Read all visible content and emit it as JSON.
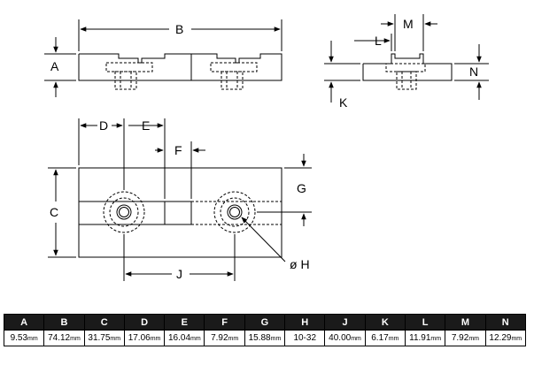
{
  "labels": {
    "A": "A",
    "B": "B",
    "C": "C",
    "D": "D",
    "E": "E",
    "F": "F",
    "G": "G",
    "H": "ø H",
    "J": "J",
    "K": "K",
    "L": "L",
    "M": "M",
    "N": "N"
  },
  "table": {
    "headers": [
      "A",
      "B",
      "C",
      "D",
      "E",
      "F",
      "G",
      "H",
      "J",
      "K",
      "L",
      "M",
      "N"
    ],
    "values": [
      "9.53",
      "74.12",
      "31.75",
      "17.06",
      "16.04",
      "7.92",
      "15.88",
      "10-32",
      "40.00",
      "6.17",
      "11.91",
      "7.92",
      "12.29"
    ],
    "units": [
      "mm",
      "mm",
      "mm",
      "mm",
      "mm",
      "mm",
      "mm",
      "",
      "mm",
      "mm",
      "mm",
      "mm",
      "mm"
    ]
  }
}
